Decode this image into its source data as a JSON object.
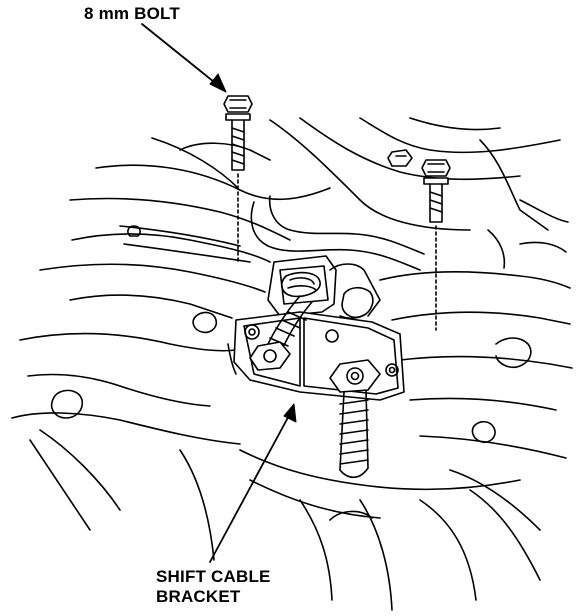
{
  "callouts": {
    "bolt": "8 mm BOLT",
    "bracket_line1": "SHIFT CABLE",
    "bracket_line2": "BRACKET"
  },
  "colors": {
    "ink": "#000000",
    "paper": "#ffffff"
  }
}
